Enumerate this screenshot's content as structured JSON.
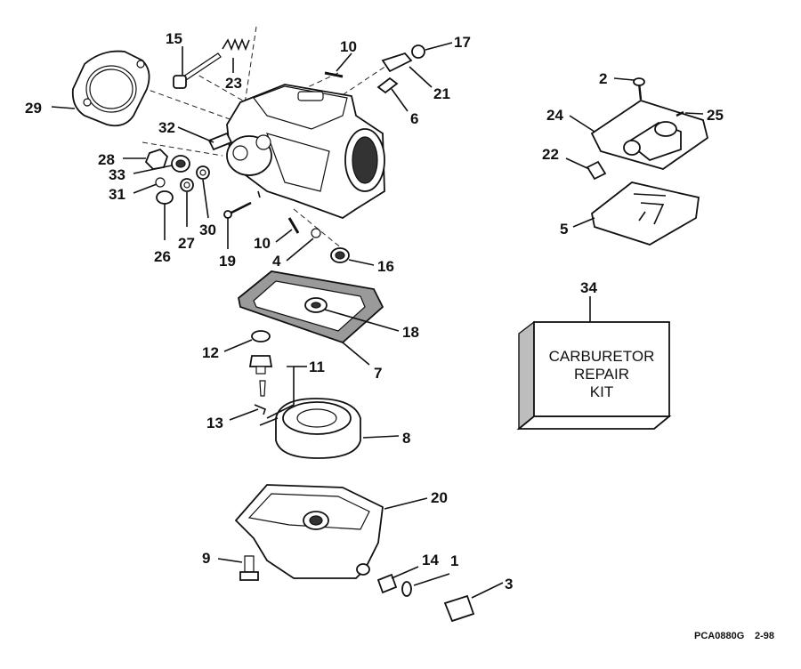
{
  "callouts": {
    "c1": "1",
    "c2": "2",
    "c3": "3",
    "c4": "4",
    "c5": "5",
    "c6": "6",
    "c7": "7",
    "c8": "8",
    "c9": "9",
    "c10a": "10",
    "c10b": "10",
    "c11": "11",
    "c12": "12",
    "c13": "13",
    "c14": "14",
    "c15": "15",
    "c16": "16",
    "c17": "17",
    "c18": "18",
    "c19": "19",
    "c20": "20",
    "c21": "21",
    "c22": "22",
    "c23": "23",
    "c24": "24",
    "c25": "25",
    "c26": "26",
    "c27": "27",
    "c28": "28",
    "c29": "29",
    "c30": "30",
    "c31": "31",
    "c32": "32",
    "c33": "33",
    "c34": "34"
  },
  "kit": {
    "line1": "CARBURETOR",
    "line2": "REPAIR",
    "line3": "KIT"
  },
  "footer": {
    "code": "PCA0880G",
    "date": "2-98"
  }
}
